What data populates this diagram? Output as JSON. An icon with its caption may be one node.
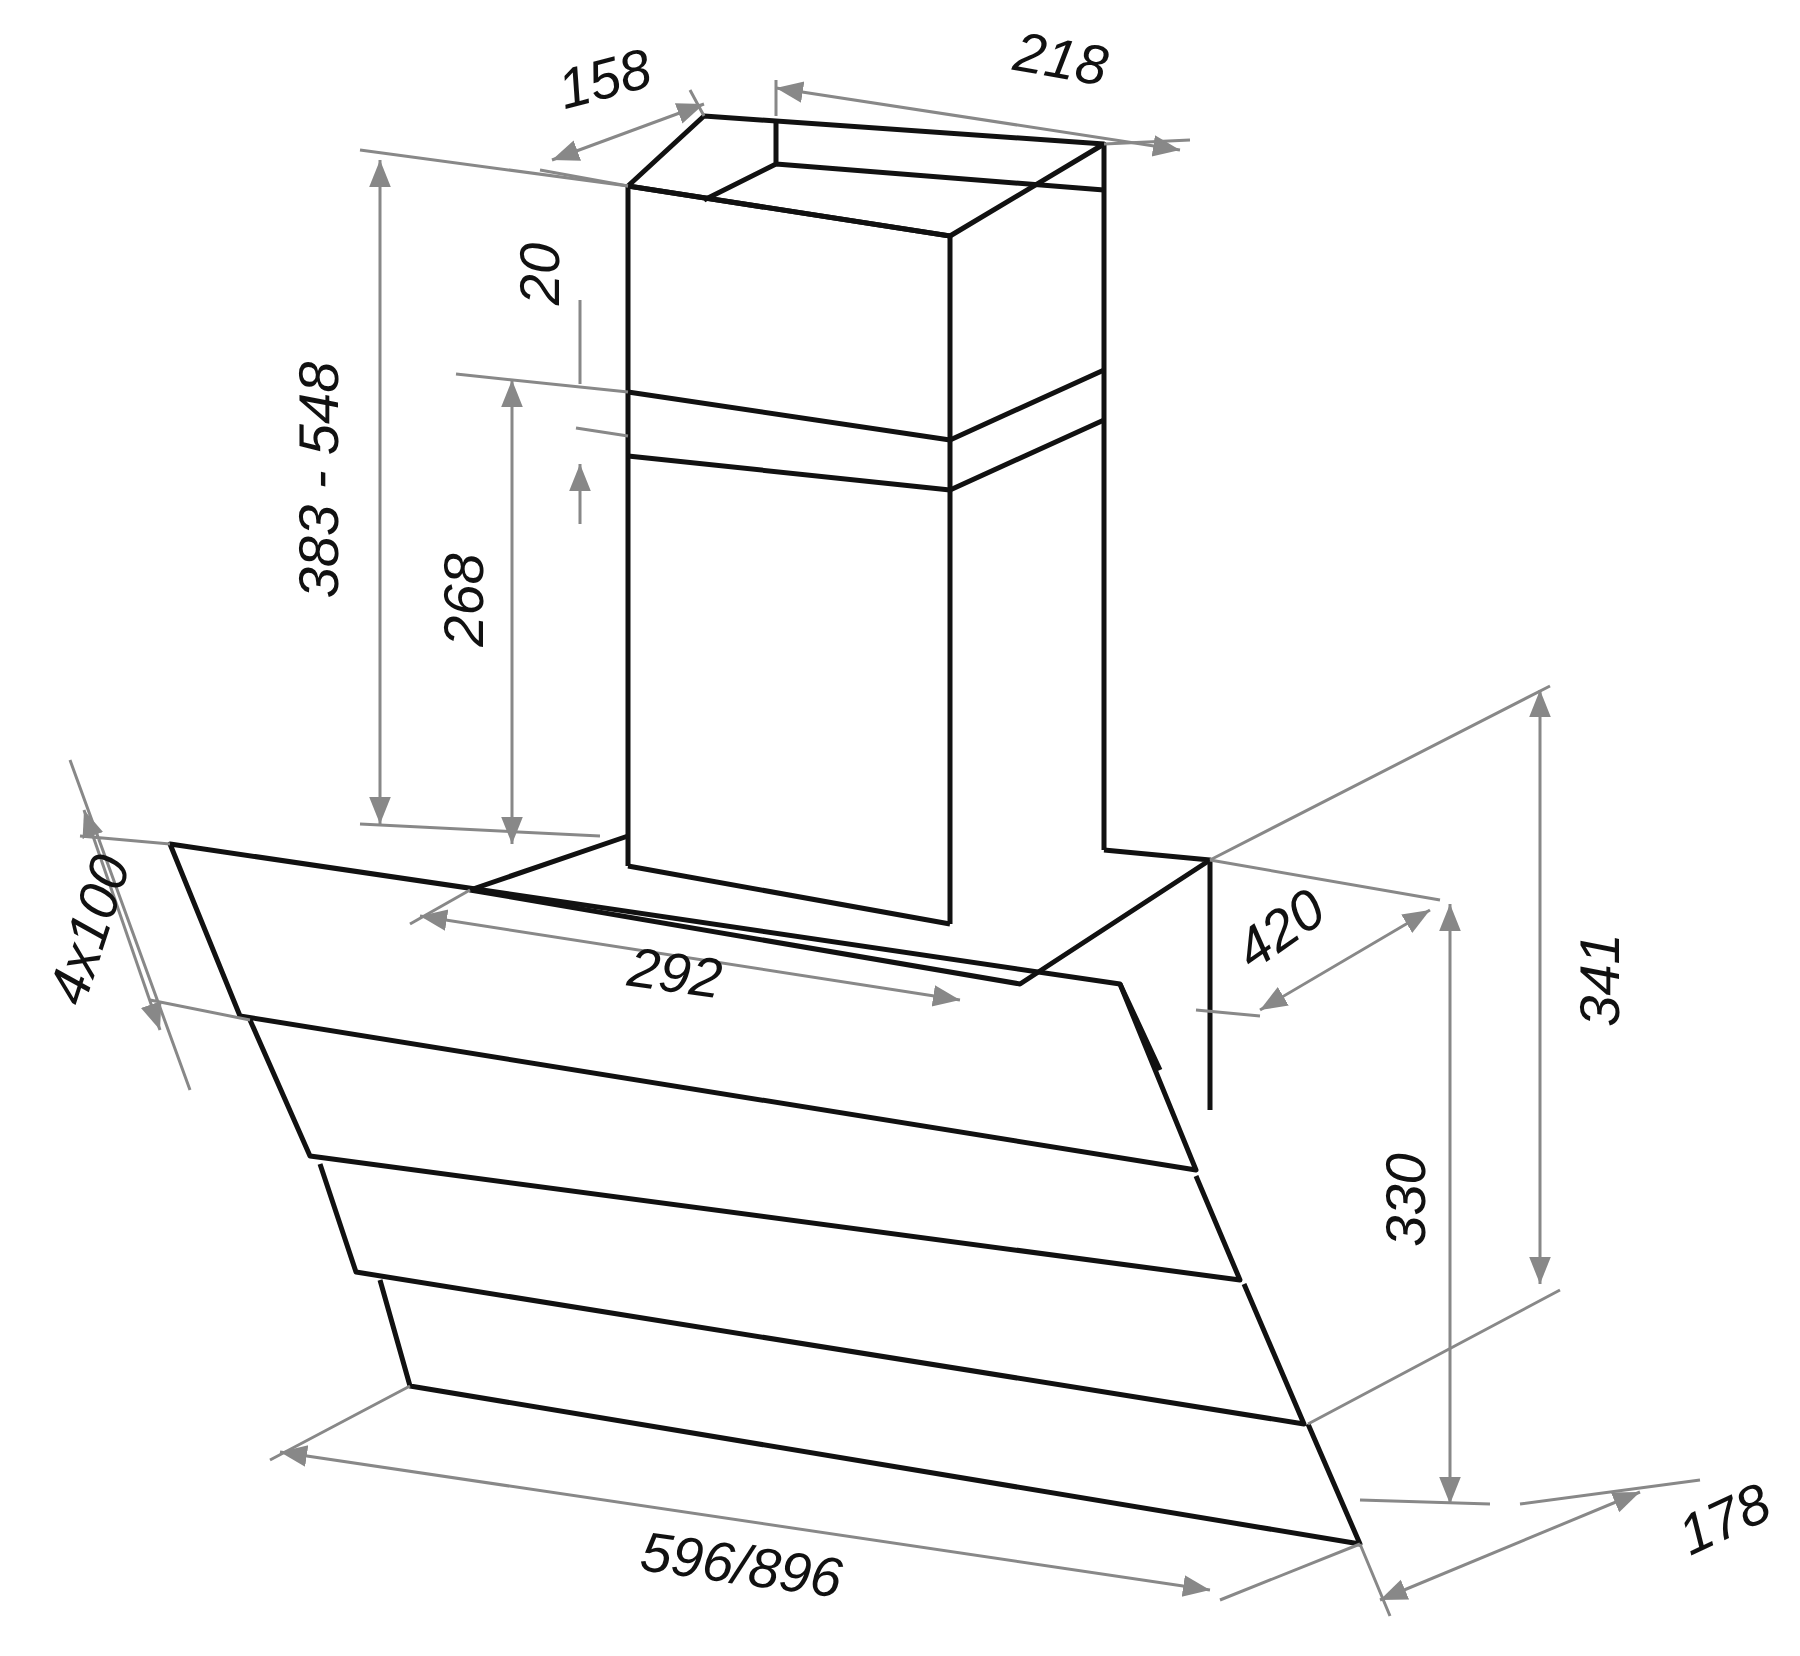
{
  "diagram": {
    "labels": [
      "158",
      "218",
      "20",
      "383 - 548",
      "268",
      "4x100",
      "420",
      "292",
      "341",
      "330",
      "596/896",
      "178"
    ]
  }
}
